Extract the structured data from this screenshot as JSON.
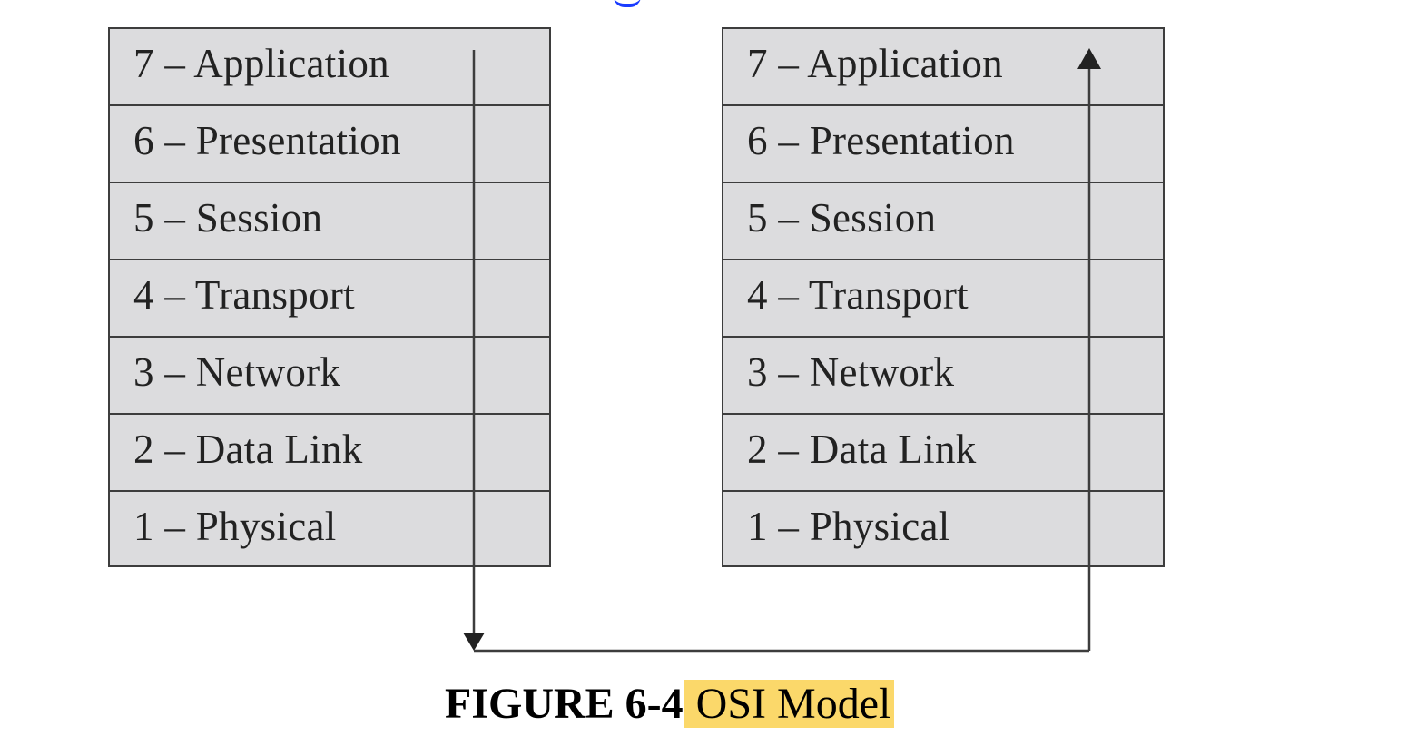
{
  "left_stack": {
    "layers": [
      {
        "label": "7 – Application"
      },
      {
        "label": "6 – Presentation"
      },
      {
        "label": "5 – Session"
      },
      {
        "label": "4 – Transport"
      },
      {
        "label": "3 – Network"
      },
      {
        "label": "2 – Data Link"
      },
      {
        "label": "1 – Physical"
      }
    ]
  },
  "right_stack": {
    "layers": [
      {
        "label": "7 – Application"
      },
      {
        "label": "6 – Presentation"
      },
      {
        "label": "5 – Session"
      },
      {
        "label": "4 – Transport"
      },
      {
        "label": "3 – Network"
      },
      {
        "label": "2 – Data Link"
      },
      {
        "label": "1 – Physical"
      }
    ]
  },
  "caption": {
    "figure_number": "FIGURE 6-4",
    "title": "OSI Model"
  },
  "colors": {
    "layer_fill": "#dcdcde",
    "line": "#3d3d3d",
    "caption_highlight": "#fbd86a",
    "link_accent": "#1a3cff"
  }
}
